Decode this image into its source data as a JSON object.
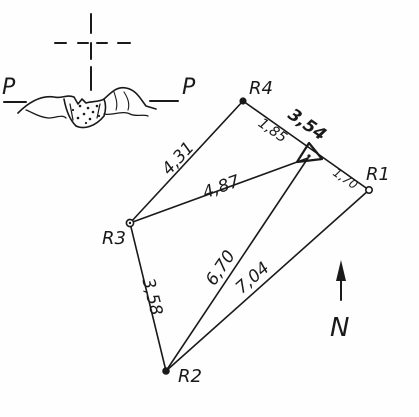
{
  "stations": {
    "r1": "R1",
    "r2": "R2",
    "r3": "R3",
    "r4": "R4"
  },
  "distances": {
    "r4_r3": "4,31",
    "r3_station": "4,87",
    "r3_r2": "3,58",
    "r2_station": "6,70",
    "r2_r1": "7,04",
    "r4_station": "1,85",
    "r4_r1": "3,54",
    "station_r1": "1,70"
  },
  "section": {
    "left_marker": "P",
    "right_marker": "P"
  },
  "north_arrow": {
    "label": "N"
  }
}
